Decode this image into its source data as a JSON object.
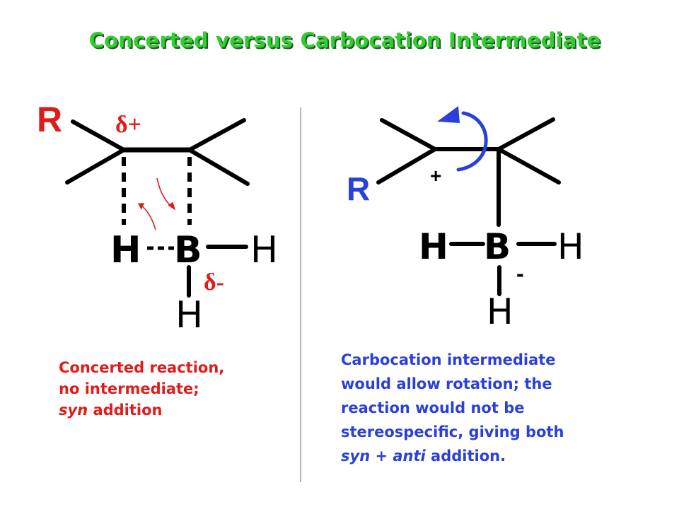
{
  "title": "Concerted versus Carbocation Intermediate",
  "left": {
    "r_label": "R",
    "delta_plus": "δ+",
    "delta_minus": "δ-",
    "h_left": "H",
    "boron": "B",
    "h_right": "H",
    "h_bottom": "H",
    "caption": {
      "line1": "Concerted reaction,",
      "line2": "no intermediate;",
      "line3_italic": "syn",
      "line3_rest": " addition"
    }
  },
  "right": {
    "r_label": "R",
    "plus": "+",
    "minus": "-",
    "h_left": "H",
    "boron": "B",
    "h_right": "H",
    "h_bottom": "H",
    "caption": {
      "line1": "Carbocation intermediate",
      "line2": "would allow rotation; the",
      "line3": "reaction would not be",
      "line4": "stereospecific, giving both",
      "line5_italic1": "syn",
      "line5_mid": " + ",
      "line5_italic2": "anti",
      "line5_rest": " addition."
    }
  },
  "colors": {
    "title": "#33cc33",
    "bond": "#000000",
    "red": "#e01b1b",
    "blue": "#2a40d8",
    "divider": "#999999"
  }
}
